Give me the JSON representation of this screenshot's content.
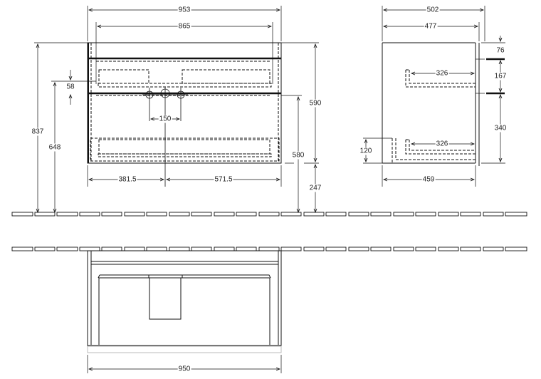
{
  "front_view": {
    "overall_width": "953",
    "inner_width": "865",
    "total_height": "837",
    "drain_height": "648",
    "siphon_offset": "58",
    "tap_spacing": "150",
    "left_to_center": "381.5",
    "right_from_center": "571.5",
    "cabinet_height": "590",
    "drain_to_floor": "580",
    "floor_clearance": "247"
  },
  "side_view": {
    "overall_depth": "502",
    "cabinet_depth": "477",
    "top_offset": "76",
    "rail_spacing": "167",
    "lower_height": "340",
    "upper_drawer_depth": "326",
    "lower_drawer_depth": "326",
    "plinth_height": "120",
    "bottom_depth": "459"
  },
  "top_view": {
    "width": "950"
  },
  "colors": {
    "line": "#111111",
    "background": "#ffffff"
  }
}
